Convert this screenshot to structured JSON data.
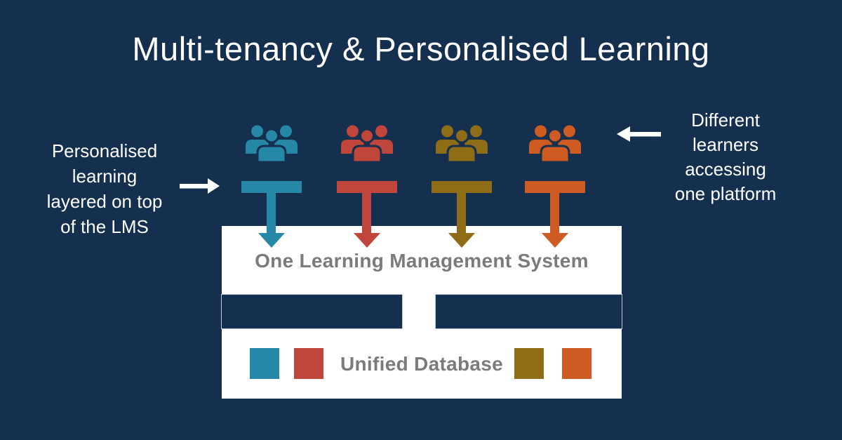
{
  "title": "Multi-tenancy & Personalised Learning",
  "left_note": {
    "lines": [
      "Personalised",
      "learning",
      "layered on top",
      "of the LMS"
    ]
  },
  "right_note": {
    "lines": [
      "Different",
      "learners",
      "accessing",
      "one platform"
    ]
  },
  "lms_box": {
    "label": "One Learning Management System"
  },
  "database_box": {
    "label": "Unified Database"
  },
  "tenants": [
    {
      "id": "tenant-1",
      "color": "#2588a6"
    },
    {
      "id": "tenant-2",
      "color": "#c0453a"
    },
    {
      "id": "tenant-3",
      "color": "#8f6c16"
    },
    {
      "id": "tenant-4",
      "color": "#ce5b22"
    }
  ],
  "icons": {
    "users_group": "three-person-group-icon",
    "right_arrow": "right-pointing-arrow-icon",
    "left_arrow": "left-pointing-arrow-icon",
    "down_arrow": "down-arrow-head"
  },
  "colors": {
    "background": "#15304e",
    "box_fill": "#ffffff",
    "box_text_gray": "#7b7b7b",
    "note_text": "#ffffff",
    "cutout_border": "#c2cad6"
  }
}
